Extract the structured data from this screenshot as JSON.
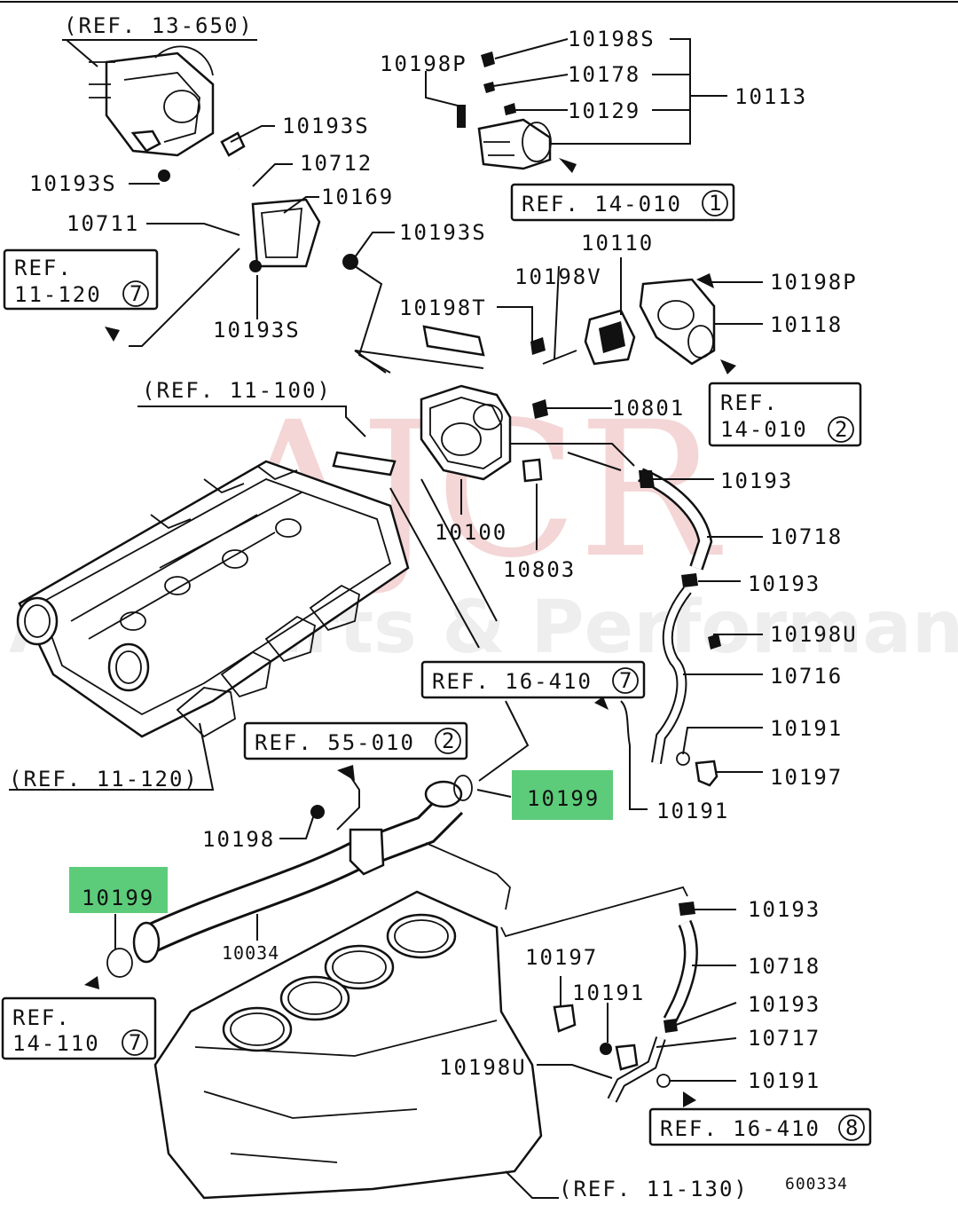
{
  "watermark": {
    "main": "AJCR",
    "sub": "Autoparts & Performance"
  },
  "figure_code": "600334",
  "highlight_color": "#5ccc7a",
  "refs": {
    "r13_650": "(REF. 13-650)",
    "r14_010_1": "REF. 14-010",
    "r14_010_1_n": "1",
    "r11_120_top": "REF.",
    "r11_120_top_b": "11-120",
    "r11_120_top_n": "7",
    "r11_100": "(REF. 11-100)",
    "r14_010_2": "REF.",
    "r14_010_2_b": "14-010",
    "r14_010_2_n": "2",
    "r16_410_7": "REF. 16-410",
    "r16_410_7_n": "7",
    "r55_010": "REF. 55-010",
    "r55_010_n": "2",
    "r11_120_bot": "(REF. 11-120)",
    "r14_110": "REF.",
    "r14_110_b": "14-110",
    "r14_110_n": "7",
    "r16_410_8": "REF. 16-410",
    "r16_410_8_n": "8",
    "r11_130": "(REF. 11-130)"
  },
  "parts": {
    "p10198s": "10198S",
    "p10198p_top": "10198P",
    "p10178": "10178",
    "p10129": "10129",
    "p10113": "10113",
    "p10193s_a": "10193S",
    "p10712": "10712",
    "p10193s_b": "10193S",
    "p10169": "10169",
    "p10711": "10711",
    "p10193s_c": "10193S",
    "p10193s_d": "10193S",
    "p10110": "10110",
    "p10198v": "10198V",
    "p10198p_r": "10198P",
    "p10198t": "10198T",
    "p10118": "10118",
    "p10801": "10801",
    "p10193_a": "10193",
    "p10718_a": "10718",
    "p10100": "10100",
    "p10803": "10803",
    "p10193_b": "10193",
    "p10198u_a": "10198U",
    "p10716": "10716",
    "p10191_a": "10191",
    "p10197_a": "10197",
    "p10199_a": "10199",
    "p10191_b": "10191",
    "p10198": "10198",
    "p10199_b": "10199",
    "p10034": "10034",
    "p10193_c": "10193",
    "p10197_b": "10197",
    "p10718_b": "10718",
    "p10191_c": "10191",
    "p10193_d": "10193",
    "p10717": "10717",
    "p10198u_b": "10198U",
    "p10191_d": "10191"
  }
}
